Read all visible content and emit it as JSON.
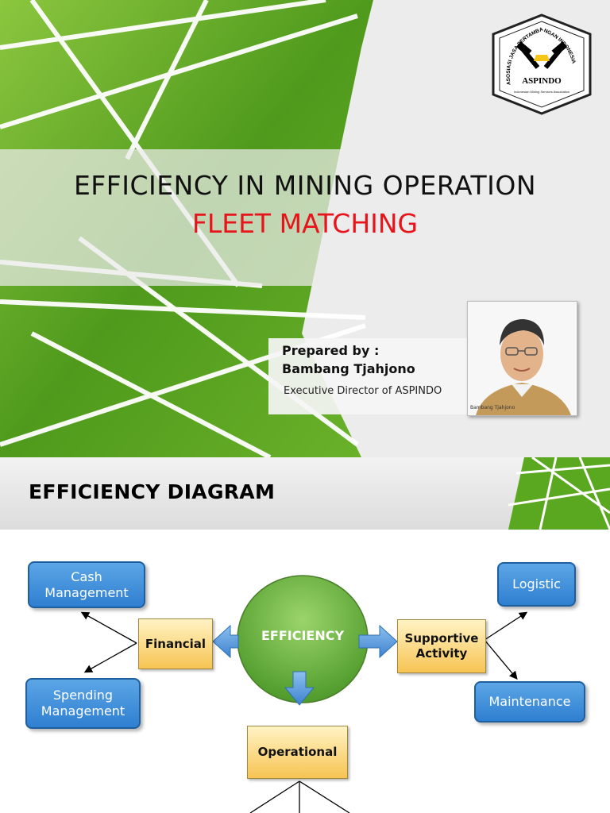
{
  "slide1": {
    "title": "EFFICIENCY IN MINING OPERATION",
    "subtitle": "FLEET MATCHING",
    "prepared_by": "Prepared by :",
    "presenter_name": "Bambang Tjahjono",
    "presenter_role": "Executive Director of ASPINDO",
    "photo_caption": "Bambang Tjahjono",
    "logo": {
      "ring_text": "ASOSIASI JASA PERTAMBANGAN INDONESIA",
      "acronym": "ASPINDO",
      "tagline": "Indonesian Mining Services Association"
    },
    "colors": {
      "green": "#5aa81f",
      "accent_red": "#e8141b"
    }
  },
  "slide2": {
    "title": "EFFICIENCY DIAGRAM",
    "nodes": {
      "center": "EFFICIENCY",
      "financial": "Financial",
      "supportive": "Supportive Activity",
      "operational": "Operational",
      "cash": "Cash Management",
      "spending": "Spending Management",
      "logistic": "Logistic",
      "maintenance": "Maintenance"
    },
    "colors": {
      "blue_box": "#3b8ddc",
      "yellow_box": "#f7c453",
      "circle": "#6cb043",
      "arrow": "#4a8fd6"
    }
  }
}
